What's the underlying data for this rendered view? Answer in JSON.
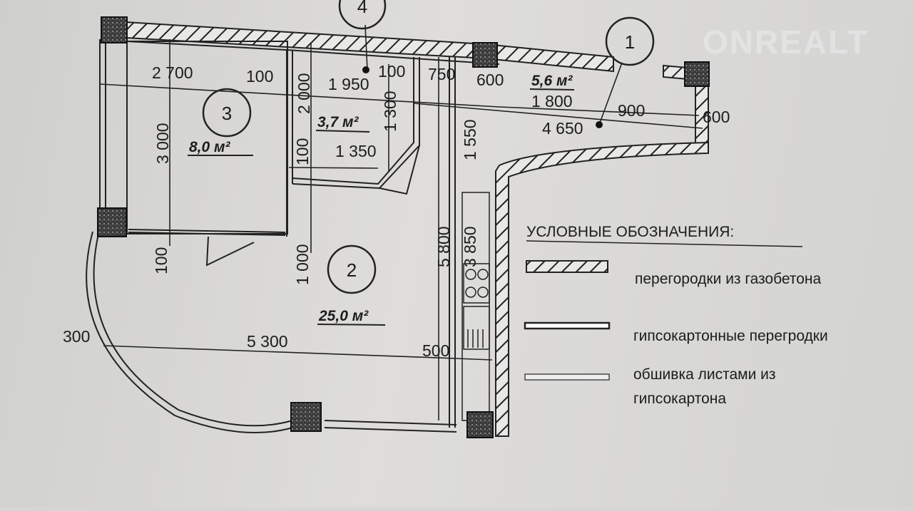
{
  "watermark": "ONREALT",
  "rooms": {
    "r1": {
      "number": "1",
      "area": "5,6 м²"
    },
    "r2": {
      "number": "2",
      "area": "25,0 м²"
    },
    "r3": {
      "number": "3",
      "area": "8,0 м²"
    },
    "r4": {
      "number": "4",
      "area": "3,7 м²"
    }
  },
  "dimensions": {
    "d2700": "2 700",
    "d100a": "100",
    "d1950": "1 950",
    "d100b": "100",
    "d750": "750",
    "d600a": "600",
    "d1800": "1 800",
    "d900": "900",
    "d600b": "600",
    "d4650": "4 650",
    "d3000": "3 000",
    "d2000": "2 000",
    "d1300": "1 300",
    "d1550": "1 550",
    "d100c": "100",
    "d1350": "1 350",
    "d100d": "100",
    "d1000": "1 000",
    "d5800": "5 800",
    "d3850": "3 850",
    "d300": "300",
    "d5300": "5 300",
    "d500": "500"
  },
  "legend": {
    "title": "УСЛОВНЫЕ ОБОЗНАЧЕНИЯ:",
    "items": [
      {
        "label": "перегородки из газобетона"
      },
      {
        "label": "гипсокартонные перегродки"
      },
      {
        "label": "обшивка листами из"
      },
      {
        "label": "гипсокартона"
      }
    ]
  }
}
